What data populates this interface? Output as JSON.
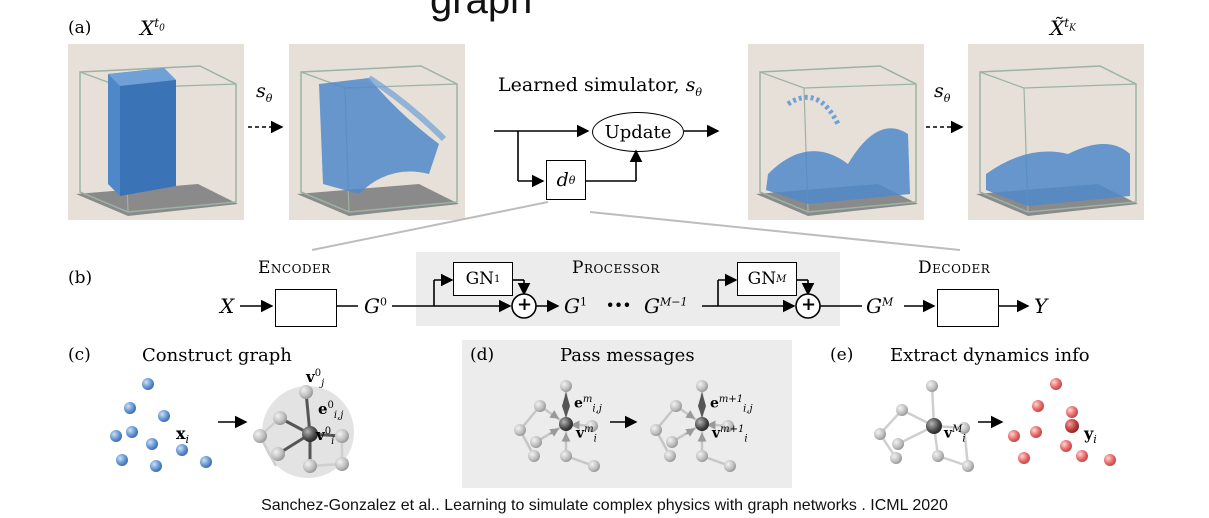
{
  "partial_title": "graph",
  "panel_a": {
    "label": "(a)",
    "x_t0": "X",
    "x_t0_sup": "t",
    "x_t0_subsup": "0",
    "x_tk": "X̃",
    "x_tk_sup": "t",
    "x_tk_subsup": "K",
    "s_theta_1": "s",
    "s_theta_2": "s",
    "theta": "θ",
    "learned_simulator": "Learned simulator,",
    "update": "Update",
    "d_theta": "d"
  },
  "panel_b": {
    "label": "(b)",
    "encoder": "Encoder",
    "processor": "Processor",
    "decoder": "Decoder",
    "x": "X",
    "y": "Y",
    "g0": "G",
    "g0_sup": "0",
    "g1": "G",
    "g1_sup": "1",
    "dots": "···",
    "gm1": "G",
    "gm1_sup": "M−1",
    "gm": "G",
    "gm_sup": "M",
    "gn1": "GN",
    "gn1_sup": "1",
    "gnm": "GN",
    "gnm_sup": "M",
    "plus": "+"
  },
  "panel_c": {
    "label": "(c)",
    "title": "Construct graph",
    "xi": "x",
    "xi_sub": "i",
    "vj": "v",
    "vj_sup": "0",
    "vj_sub": "j",
    "eij": "e",
    "eij_sup": "0",
    "eij_sub": "i,j",
    "vi": "v",
    "vi_sup": "0",
    "vi_sub": "i"
  },
  "panel_d": {
    "label": "(d)",
    "title": "Pass messages",
    "e_m": "e",
    "e_m_sup": "m",
    "e_m_sub": "i,j",
    "v_m": "v",
    "v_m_sup": "m",
    "v_m_sub": "i",
    "e_m1": "e",
    "e_m1_sup": "m+1",
    "e_m1_sub": "i,j",
    "v_m1": "v",
    "v_m1_sup": "m+1",
    "v_m1_sub": "i"
  },
  "panel_e": {
    "label": "(e)",
    "title": "Extract dynamics info",
    "vM": "v",
    "vM_sup": "M",
    "vM_sub": "i",
    "yi": "y",
    "yi_sub": "i"
  },
  "caption": "Sanchez-Gonzalez et al.. Learning to simulate complex physics with graph networks . ICML 2020",
  "colors": {
    "particle_blue": "#4a86c8",
    "particle_red": "#e86a6a",
    "node_gray": "#bdbdbd",
    "node_dark": "#555555",
    "band_gray": "#ececec"
  }
}
